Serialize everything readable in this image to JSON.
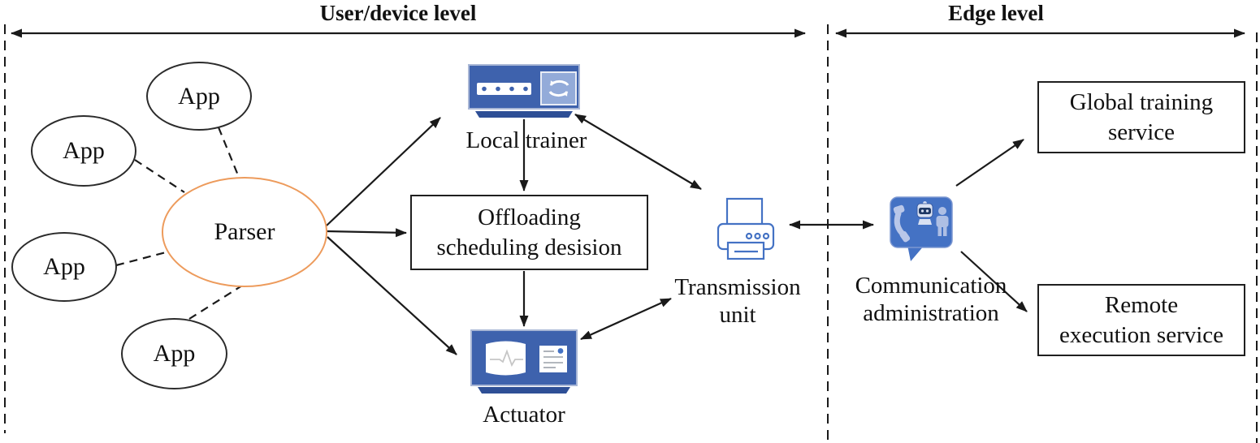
{
  "header": {
    "user_device": "User/device level",
    "edge": "Edge level"
  },
  "apps": [
    {
      "label": "App"
    },
    {
      "label": "App"
    },
    {
      "label": "App"
    },
    {
      "label": "App"
    }
  ],
  "parser": {
    "label": "Parser"
  },
  "local_trainer": {
    "label": "Local trainer"
  },
  "offloading": {
    "line1": "Offloading",
    "line2": "scheduling desision"
  },
  "actuator": {
    "label": "Actuator"
  },
  "transmission": {
    "line1": "Transmission",
    "line2": "unit"
  },
  "communication": {
    "line1": "Communication",
    "line2": "administration"
  },
  "global_training": {
    "line1": "Global training",
    "line2": "service"
  },
  "remote_execution": {
    "line1": "Remote",
    "line2": "execution service"
  },
  "colors": {
    "parser_outline": "#ED9B5C",
    "device_icon_blue": "#3E62AD",
    "device_icon_dark_blue": "#2E4F96",
    "device_icon_light_blue": "#93ABD9",
    "printer_outline_blue": "#4472C4",
    "chat_bubble_blue": "#4472C4",
    "chat_figures_light": "#B9C7E9",
    "line_color": "#1a1a1a"
  }
}
